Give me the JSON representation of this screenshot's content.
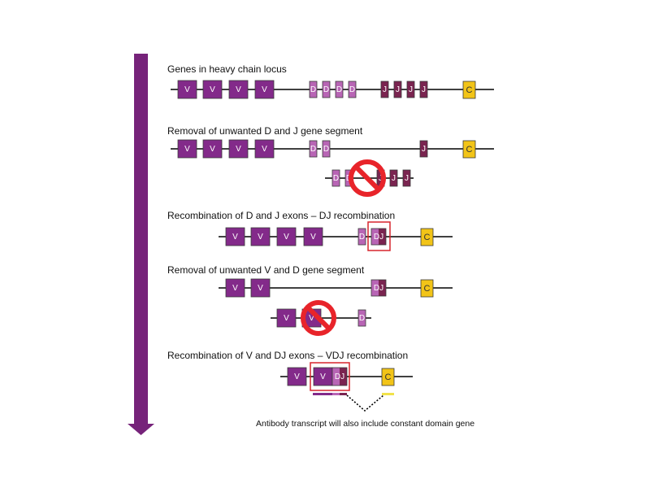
{
  "colors": {
    "v": "#832a8a",
    "d": "#b865b5",
    "j": "#7a2450",
    "c": "#f2c418",
    "arrow": "#76237a",
    "prohibit": "#e8242a",
    "highlight": "#d7252d",
    "yellow_bar": "#f1e24a"
  },
  "labels": {
    "v": "V",
    "d": "D",
    "j": "J",
    "dj": "DJ",
    "c": "C"
  },
  "steps": [
    {
      "title": "Genes in heavy chain locus"
    },
    {
      "title": "Removal of unwanted D and J gene segment"
    },
    {
      "title": "Recombination of D and J exons – DJ recombination"
    },
    {
      "title": "Removal of unwanted V and D gene segment"
    },
    {
      "title": "Recombination of V and DJ exons – VDJ recombination"
    }
  ],
  "caption": "Antibody transcript will also include constant domain gene"
}
